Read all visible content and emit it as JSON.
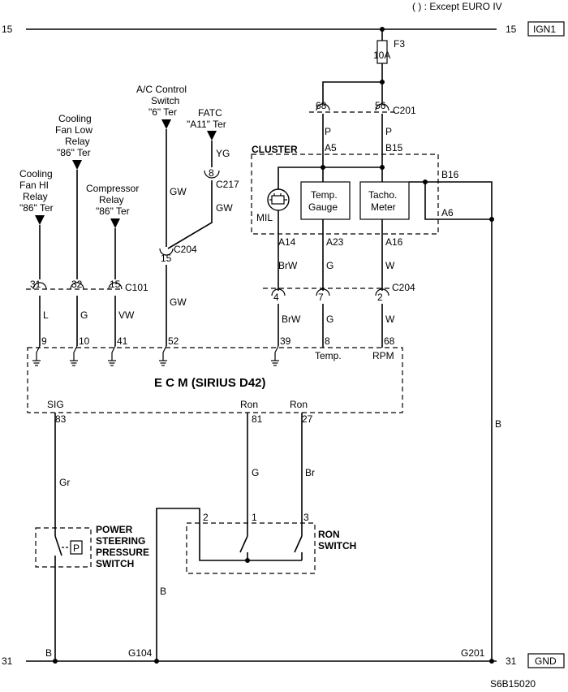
{
  "note": "( ) : Except EURO IV",
  "figure_id": "S6B15020",
  "rails": {
    "ign_num_left": "15",
    "ign_num_right": "15",
    "ign_label": "IGN1",
    "gnd_num_left": "31",
    "gnd_num_right": "31",
    "gnd_label": "GND"
  },
  "fuse": {
    "name": "F3",
    "rating": "10A"
  },
  "connectors": {
    "c201": "C201",
    "c217": "C217",
    "c204": "C204",
    "c101": "C101",
    "c204b": "C204",
    "g104": "G104",
    "g201": "G201"
  },
  "inputs": {
    "cooling_hi": [
      "Cooling",
      "Fan HI",
      "Relay",
      "\"86\" Ter"
    ],
    "cooling_low": [
      "Cooling",
      "Fan Low",
      "Relay",
      "\"86\" Ter"
    ],
    "compressor": [
      "Compressor",
      "Relay",
      "\"86\" Ter"
    ],
    "ac_switch": [
      "A/C Control",
      "Switch",
      "\"6\" Ter"
    ],
    "fatc": [
      "FATC",
      "\"A11\" Ter"
    ]
  },
  "cluster": {
    "title": "CLUSTER",
    "mil": "MIL",
    "temp_gauge": [
      "Temp.",
      "Gauge"
    ],
    "tacho": [
      "Tacho.",
      "Meter"
    ],
    "pins": {
      "a5": "A5",
      "b15": "B15",
      "b16": "B16",
      "a6": "A6",
      "a14": "A14",
      "a23": "A23",
      "a16": "A16"
    }
  },
  "ecm": {
    "title": "E  C  M (SIRIUS D42)",
    "pins_top": [
      "9",
      "10",
      "41",
      "52",
      "39",
      "8",
      "68"
    ],
    "temp_label": "Temp.",
    "rpm_label": "RPM",
    "sig_label": "SIG",
    "sig_pin": "83",
    "ron1_label": "Ron",
    "ron1_pin": "81",
    "ron2_label": "Ron",
    "ron2_pin": "27"
  },
  "pins": {
    "c201_68": "68",
    "c201_56": "56",
    "c217_8": "8",
    "c204_15": "15",
    "c101_31": "31",
    "c101_32": "32",
    "c101_15": "15",
    "c204_4": "4",
    "c204_7": "7",
    "c204_2": "2",
    "ron_2": "2",
    "ron_1": "1",
    "ron_3": "3"
  },
  "wires": {
    "p1": "P",
    "p2": "P",
    "yg": "YG",
    "gw1": "GW",
    "gw2": "GW",
    "gw3": "GW",
    "l": "L",
    "g1": "G",
    "vw": "VW",
    "brw1": "BrW",
    "g2": "G",
    "w1": "W",
    "brw2": "BrW",
    "g3": "G",
    "w2": "W",
    "gr": "Gr",
    "g4": "G",
    "br": "Br",
    "b1": "B",
    "b2": "B",
    "b3": "B"
  },
  "power_steering": [
    "POWER",
    "STEERING",
    "PRESSURE",
    "SWITCH"
  ],
  "power_steering_symbol": "P",
  "ron_switch": [
    "RON",
    "SWITCH"
  ]
}
